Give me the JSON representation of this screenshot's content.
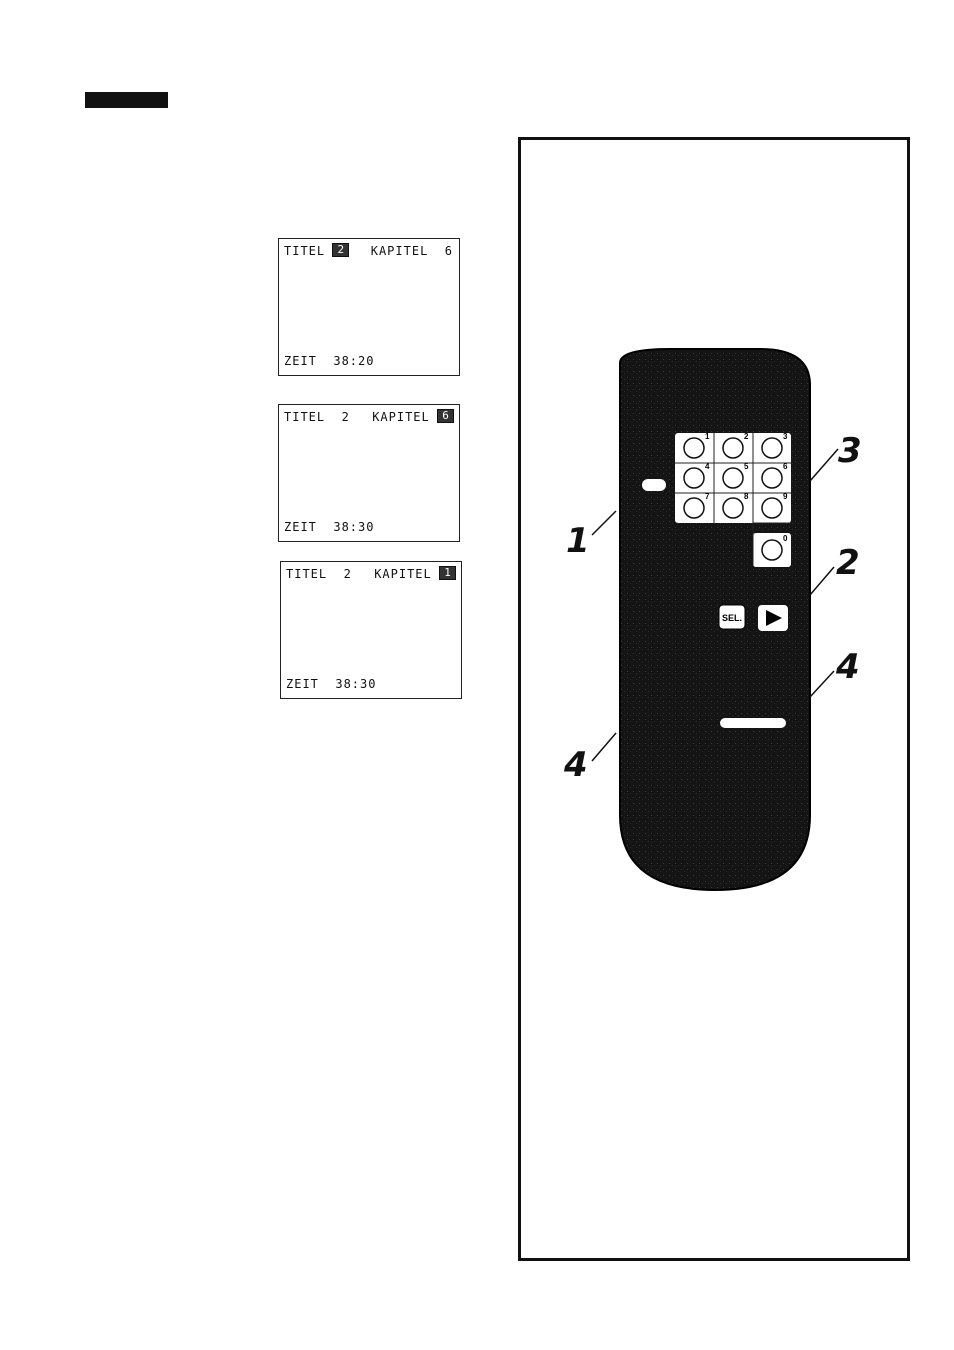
{
  "screens": [
    {
      "titel_label": "TITEL",
      "titel_value": "",
      "titel_highlight": "2",
      "kapitel_label": "KAPITEL",
      "kapitel_value": "6",
      "kapitel_highlight": "",
      "zeit_label": "ZEIT",
      "zeit_value": "38:20"
    },
    {
      "titel_label": "TITEL",
      "titel_value": "2",
      "titel_highlight": "",
      "kapitel_label": "KAPITEL",
      "kapitel_value": "",
      "kapitel_highlight": "6",
      "zeit_label": "ZEIT",
      "zeit_value": "38:30"
    },
    {
      "titel_label": "TITEL",
      "titel_value": "2",
      "titel_highlight": "",
      "kapitel_label": "KAPITEL",
      "kapitel_value": "",
      "kapitel_highlight": "1",
      "zeit_label": "ZEIT",
      "zeit_value": "38:30"
    }
  ],
  "remote": {
    "keys": [
      "1",
      "2",
      "3",
      "4",
      "5",
      "6",
      "7",
      "8",
      "9",
      "0"
    ],
    "sel_label": "SEL.",
    "callouts": [
      "3",
      "1",
      "2",
      "4",
      "4"
    ]
  }
}
